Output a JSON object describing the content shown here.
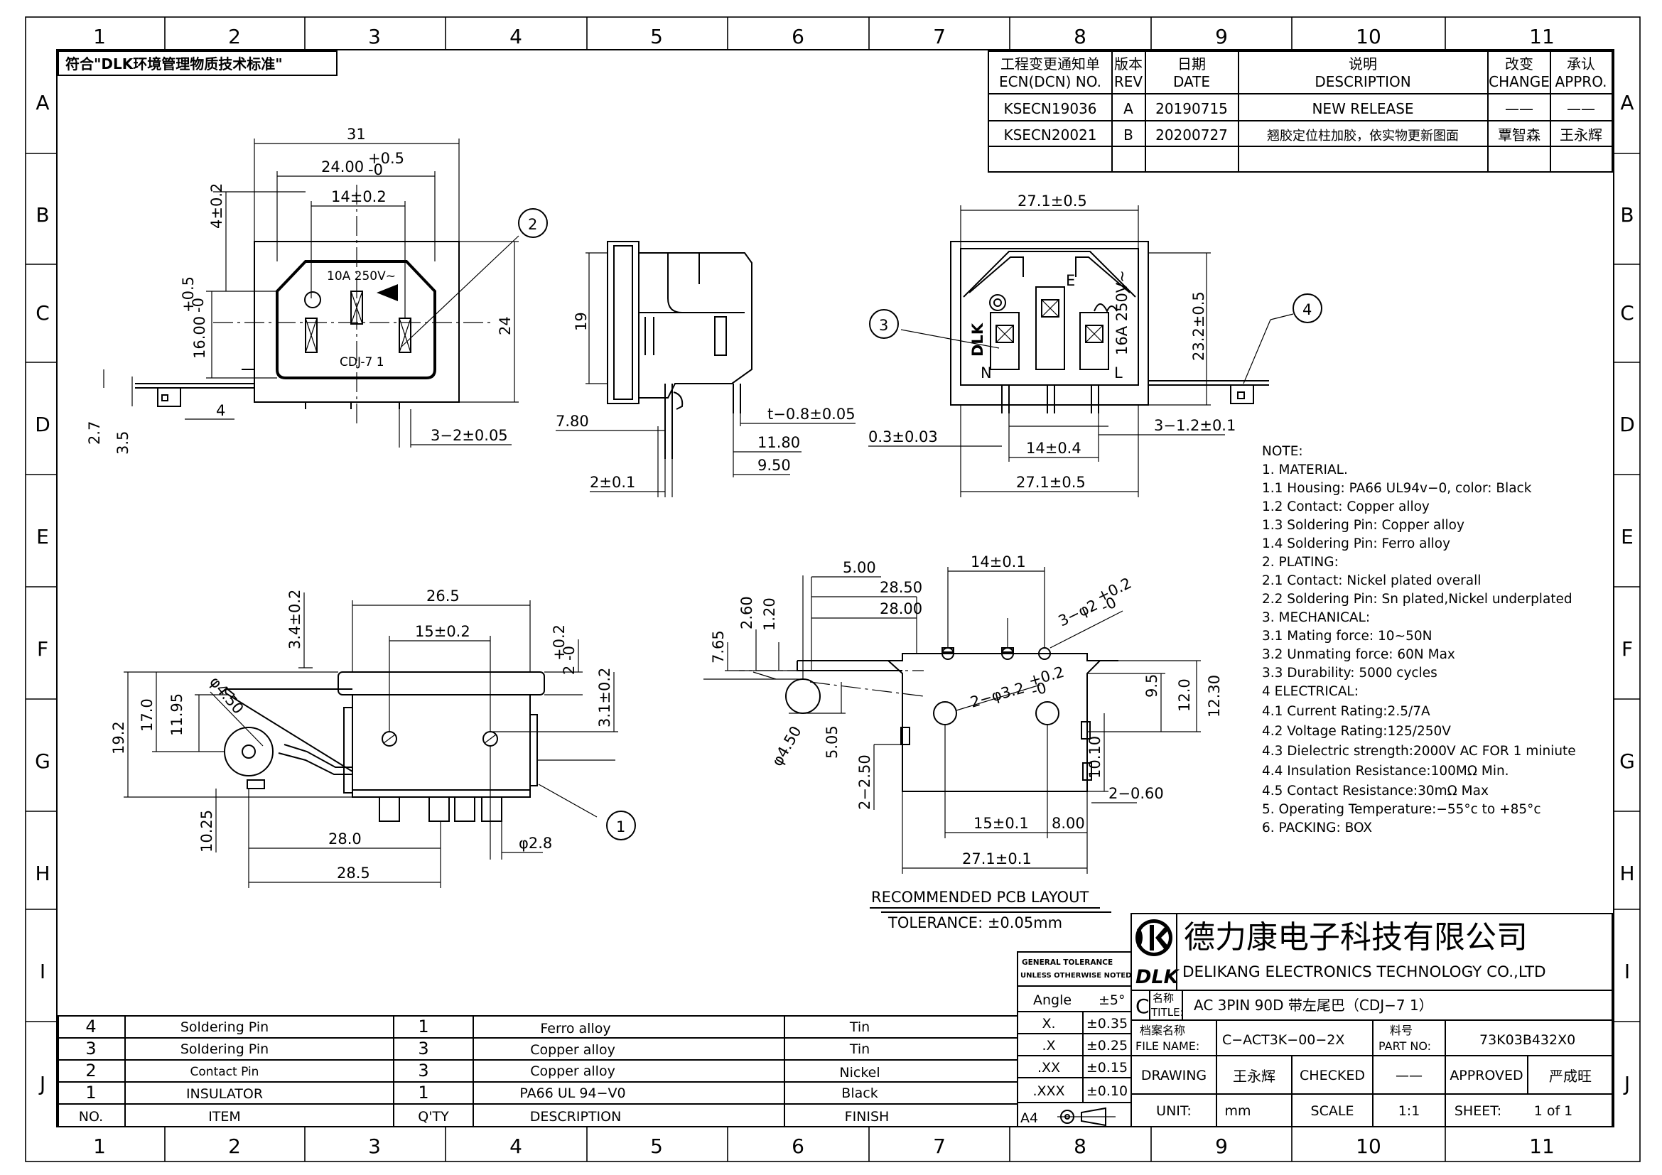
{
  "sheet": {
    "env_std": "符合\"DLK环境管理物质技术标准\"",
    "zones_x": [
      "1",
      "2",
      "3",
      "4",
      "5",
      "6",
      "7",
      "8",
      "9",
      "10",
      "11"
    ],
    "zones_y": [
      "A",
      "B",
      "C",
      "D",
      "E",
      "F",
      "G",
      "H",
      "I",
      "J"
    ]
  },
  "revision": {
    "headers": {
      "ecn_cn": "工程变更通知单",
      "ecn_en": "ECN(DCN) NO.",
      "rev_cn": "版本",
      "rev_en": "REV",
      "date_cn": "日期",
      "date_en": "DATE",
      "desc_cn": "说明",
      "desc_en": "DESCRIPTION",
      "chg_cn": "改变",
      "chg_en": "CHANGE",
      "appr_cn": "承认",
      "appr_en": "APPRO."
    },
    "rows": [
      {
        "ecn": "KSECN19036",
        "rev": "A",
        "date": "20190715",
        "desc": "NEW RELEASE",
        "change": "——",
        "appro": "——"
      },
      {
        "ecn": "KSECN20021",
        "rev": "B",
        "date": "20200727",
        "desc": "翘胶定位柱加胶，依实物更新图面",
        "change": "覃智森",
        "appro": "王永辉"
      }
    ]
  },
  "views": {
    "front": {
      "d_31": "31",
      "d_24w": "24.00",
      "d_24w_tol_u": "+0.5",
      "d_24w_tol_l": "-0",
      "d_14": "14±0.2",
      "d_4": "4±0.2",
      "d_16": "16.00",
      "d_16_tol_u": "+0.5",
      "d_16_tol_l": "-0",
      "d_24h": "24",
      "d_27": "2.7",
      "d_35": "3.5",
      "d_4b": "4",
      "d_pins": "3−2±0.05",
      "rating": "10A  250V~",
      "model": "CDJ-7  1",
      "callout": "2"
    },
    "side": {
      "d_19": "19",
      "d_780": "7.80",
      "d_t": "t−0.8±0.05",
      "d_1180": "11.80",
      "d_950": "9.50",
      "d_2": "2±0.1"
    },
    "rear": {
      "d_271t": "27.1±0.5",
      "d_232": "23.2±0.5",
      "d_03": "0.3±0.03",
      "d_14": "14±0.4",
      "d_3pins": "3−1.2±0.1",
      "d_271b": "27.1±0.5",
      "callout3": "3",
      "callout4": "4",
      "brand": "DLK",
      "mark_n": "N",
      "mark_l": "L",
      "mark_e": "E",
      "rating": "16A 250V~"
    },
    "bottom": {
      "d_265": "26.5",
      "d_34": "3.4±0.2",
      "d_15": "15±0.2",
      "d_2": "2",
      "d_2_tol_u": "+0.2",
      "d_2_tol_l": "-0",
      "d_31": "3.1±0.2",
      "d_192": "19.2",
      "d_170": "17.0",
      "d_1195": "11.95",
      "d_450": "φ4.50",
      "d_1025": "10.25",
      "d_280": "28.0",
      "d_285": "28.5",
      "d_28": "φ2.8",
      "callout1": "1"
    },
    "pcb": {
      "d_765": "7.65",
      "d_260": "2.60",
      "d_120": "1.20",
      "d_500": "5.00",
      "d_2850": "28.50",
      "d_2800": "28.00",
      "d_14": "14±0.1",
      "d_3holes": "3−φ2",
      "d_3holes_tol_u": "+0.2",
      "d_3holes_tol_l": "-0",
      "d_95": "9.5",
      "d_120v": "12.0",
      "d_1230": "12.30",
      "d_2holes": "2−φ3.2",
      "d_2holes_tol_u": "+0.2",
      "d_2holes_tol_l": "-0",
      "d_450": "φ4.50",
      "d_505": "5.05",
      "d_1010": "10.10",
      "d_250": "2−2.50",
      "d_060": "2−0.60",
      "d_15": "15±0.1",
      "d_800": "8.00",
      "d_271": "27.1±0.1",
      "caption": "RECOMMENDED PCB LAYOUT",
      "tolerance": "TOLERANCE: ±0.05mm"
    }
  },
  "notes": [
    "NOTE:",
    "1.  MATERIAL.",
    "1.1  Housing:  PA66  UL94v−0,  color:  Black",
    "1.2  Contact:  Copper  alloy",
    "1.3  Soldering  Pin:  Copper  alloy",
    "1.4  Soldering  Pin:    Ferro  alloy",
    "2.  PLATING:",
    "2.1  Contact:  Nickel  plated  overall",
    "2.2  Soldering  Pin:  Sn  plated,Nickel  underplated",
    "3.    MECHANICAL:",
    "3.1  Mating  force:  10~50N",
    "3.2  Unmating  force:  60N  Max",
    "3.3  Durability:  5000  cycles",
    "4    ELECTRICAL:",
    "4.1  Current  Rating:2.5/7A",
    "4.2  Voltage  Rating:125/250V",
    "4.3  Dielectric  strength:2000V  AC  FOR  1  miniute",
    "4.4  Insulation  Resistance:100MΩ  Min.",
    "4.5  Contact  Resistance:30mΩ  Max",
    "5.  Operating  Temperature:−55°c  to  +85°c",
    "6.  PACKING:  BOX"
  ],
  "bom": {
    "headers": {
      "no": "NO.",
      "item": "ITEM",
      "qty": "Q'TY",
      "desc": "DESCRIPTION",
      "finish": "FINISH"
    },
    "rows": [
      {
        "no": "4",
        "item": "Soldering  Pin",
        "qty": "1",
        "desc": "Ferro  alloy",
        "finish": "Tin"
      },
      {
        "no": "3",
        "item": "Soldering  Pin",
        "qty": "3",
        "desc": "Copper  alloy",
        "finish": "Tin"
      },
      {
        "no": "2",
        "item": "Contact  Pin",
        "qty": "3",
        "desc": "Copper  alloy",
        "finish": "Nickel"
      },
      {
        "no": "1",
        "item": "INSULATOR",
        "qty": "1",
        "desc": "PA66  UL  94−V0",
        "finish": "Black"
      }
    ]
  },
  "tolerance": {
    "title1": "GENERAL TOLERANCE",
    "title2": "UNLESS OTHERWISE NOTED",
    "angle_label": "Angle",
    "angle_value": "±5°",
    "rows": [
      {
        "label": "X.",
        "value": "±0.35"
      },
      {
        "label": ".X",
        "value": "±0.25"
      },
      {
        "label": ".XX",
        "value": "±0.15"
      },
      {
        "label": ".XXX",
        "value": "±0.10"
      }
    ],
    "size": "A4"
  },
  "titleblock": {
    "company_cn": "德力康电子科技有限公司",
    "company_en": "DELIKANG  ELECTRONICS  TECHNOLOGY  CO.,LTD",
    "logo_text": "DLK",
    "rev_letter": "C",
    "title_cn": "名称",
    "title_en": "TITLE:",
    "title_value": "AC  3PIN  90D  带左尾巴（CDJ−7  1）",
    "file_cn": "档案名称",
    "file_en": "FILE NAME:",
    "file_value": "C−ACT3K−00−2X",
    "part_cn": "料号",
    "part_en": "PART  NO:",
    "part_value": "73K03B432X0",
    "drawing_label": "DRAWING",
    "drawing_value": "王永辉",
    "checked_label": "CHECKED",
    "checked_value": "——",
    "approved_label": "APPROVED",
    "approved_value": "严成旺",
    "unit_label": "UNIT:",
    "unit_value": "mm",
    "scale_label": "SCALE",
    "scale_value": "1:1",
    "sheet_label": "SHEET:",
    "sheet_value": "1  of  1"
  }
}
